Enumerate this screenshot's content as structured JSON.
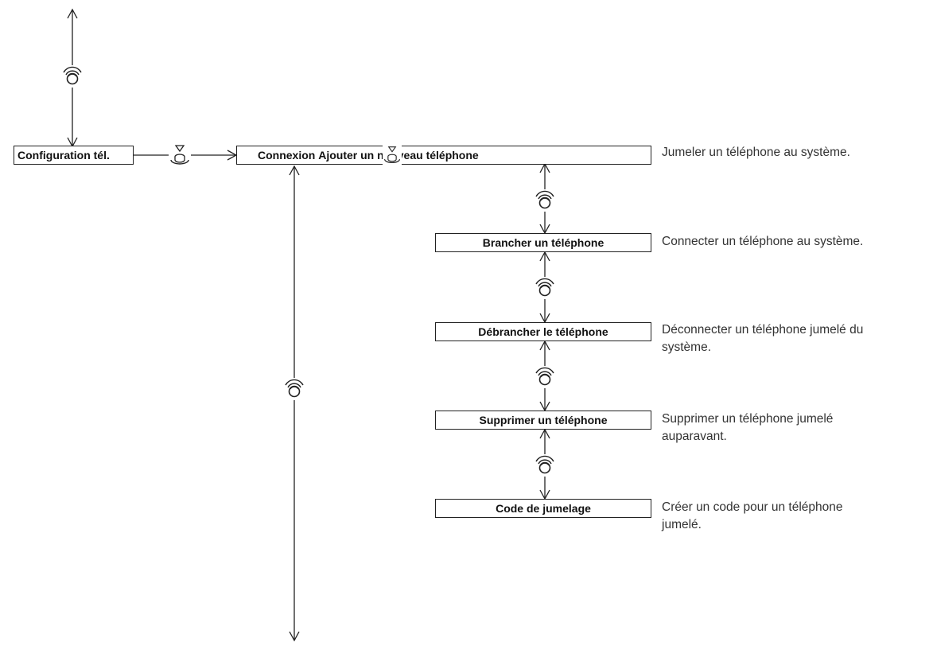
{
  "menu": {
    "root": "Configuration tél.",
    "connexion": "Connexion",
    "items": [
      {
        "label": "Ajouter un nouveau téléphone",
        "description": "Jumeler un téléphone au système."
      },
      {
        "label": "Brancher un téléphone",
        "description": "Connecter un téléphone au système."
      },
      {
        "label": "Débrancher le téléphone",
        "description": "Déconnecter un téléphone jumelé du\nsystème."
      },
      {
        "label": "Supprimer un téléphone",
        "description": "Supprimer un téléphone jumelé\nauparavant."
      },
      {
        "label": "Code de jumelage",
        "description": "Créer un code pour un téléphone\njumelé."
      }
    ]
  },
  "icons": {
    "rotate": "rotate-knob-icon",
    "press": "press-knob-icon"
  }
}
